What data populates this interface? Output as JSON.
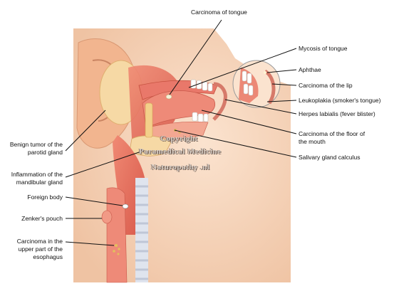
{
  "labels": {
    "carcinoma_tongue": "Carcinoma of tongue",
    "mycosis_tongue": "Mycosis of tongue",
    "aphthae": "Aphthae",
    "carcinoma_lip": "Carcinoma of the lip",
    "leukoplakia": "Leukoplakia (smoker's tongue)",
    "herpes": "Herpes labialis (fever blister)",
    "carcinoma_floor_1": "Carcinoma of the floor of",
    "carcinoma_floor_2": "the mouth",
    "salivary_calculus": "Salivary gland calculus",
    "benign_tumor_1": "Benign tumor of the",
    "benign_tumor_2": "parotid gland",
    "inflammation_1": "Inflammation of the",
    "inflammation_2": "mandibular gland",
    "foreign_body": "Foreign body",
    "zenker": "Zenker's pouch",
    "carcinoma_eso_1": "Carcinoma in the",
    "carcinoma_eso_2": "upper part of the",
    "carcinoma_eso_3": "esophagus"
  },
  "watermark": {
    "line1": "Copyright",
    "line2": "Paramedical Medicine",
    "line3": "Naturopathy .nl"
  }
}
